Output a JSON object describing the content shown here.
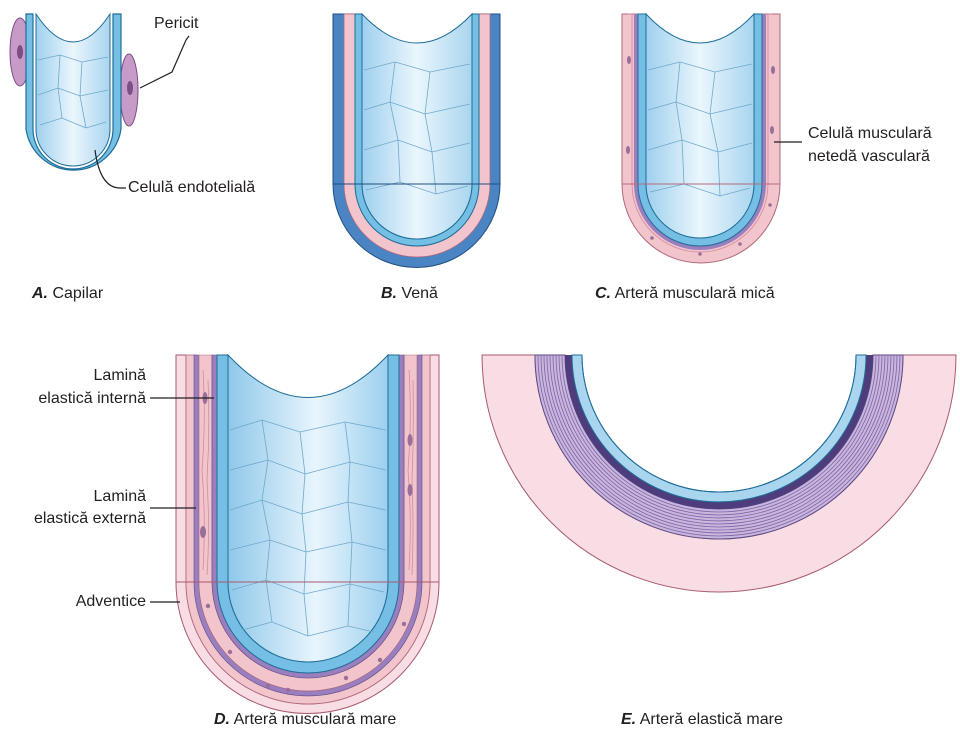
{
  "labels": {
    "pericit": "Pericit",
    "celula_endoteliala": "Celulă endotelială",
    "celula_musculara_1": "Celulă musculară",
    "celula_musculara_2": "netedă vasculară",
    "lamina_interna_1": "Lamină",
    "lamina_interna_2": "elastică internă",
    "lamina_externa_1": "Lamină",
    "lamina_externa_2": "elastică externă",
    "adventice": "Adventice"
  },
  "captions": {
    "a_letter": "A.",
    "a_text": "Capilar",
    "b_letter": "B.",
    "b_text": "Venă",
    "c_letter": "C.",
    "c_text": "Arteră musculară mică",
    "d_letter": "D.",
    "d_text": "Arteră musculară mare",
    "e_letter": "E.",
    "e_text": "Arteră elastică mare"
  },
  "colors": {
    "lumen": "#cfe6f5",
    "endothelium": "#5bafd6",
    "outline": "#1f6d99",
    "vein_wall": "#4a84c2",
    "muscle": "#f2c4cc",
    "adventitia": "#f9dde4",
    "elastic": "#9a7fbf",
    "pericyte": "#c79bc7"
  }
}
